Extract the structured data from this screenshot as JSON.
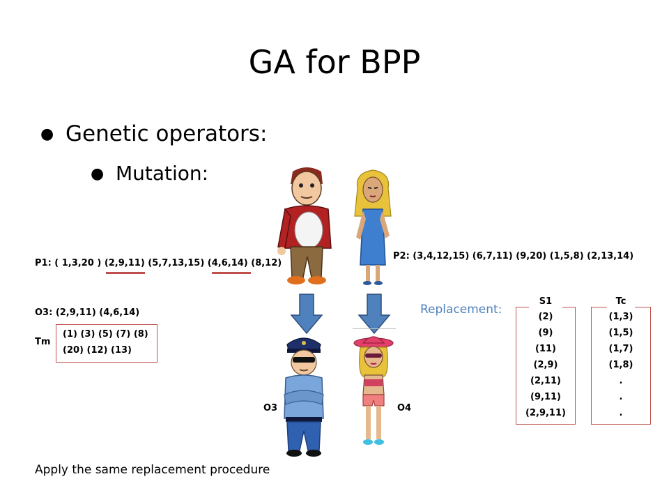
{
  "title": "GA for BPP",
  "bullets": {
    "level1": "Genetic operators:",
    "level2": "Mutation:"
  },
  "parents": {
    "p1": "P1: ( 1,3,20 ) (2,9,11) (5,7,13,15) (4,6,14) (8,12)",
    "p2": "P2: (3,4,12,15) (6,7,11) (9,20) (1,5,8) (2,13,14)"
  },
  "offspring": {
    "o3_genes": "O3: (2,9,11) (4,6,14)",
    "tm_label": "Tm",
    "tm_line1": "(1) (3) (5) (7) (8)",
    "tm_line2": "(20) (12) (13)",
    "o3_label": "O3",
    "o4_label": "O4"
  },
  "replacement_label": "Replacement:",
  "s1": {
    "header": "S1",
    "items": [
      "(2)",
      "(9)",
      "(11)",
      "(2,9)",
      "(2,11)",
      "(9,11)",
      "(2,9,11)"
    ]
  },
  "tc": {
    "header": "Tc",
    "items": [
      "(1,3)",
      "(1,5)",
      "(1,7)",
      "(1,8)",
      ".",
      ".",
      "."
    ]
  },
  "footer": "Apply the same replacement procedure",
  "colors": {
    "accent_red": "#c0504d",
    "arrow_blue": "#4f81bd",
    "replacement_blue": "#4f81bd"
  },
  "icons": [
    "father-character-icon",
    "mother-character-icon",
    "police-son-character-icon",
    "daughter-character-icon",
    "down-arrow-icon"
  ]
}
